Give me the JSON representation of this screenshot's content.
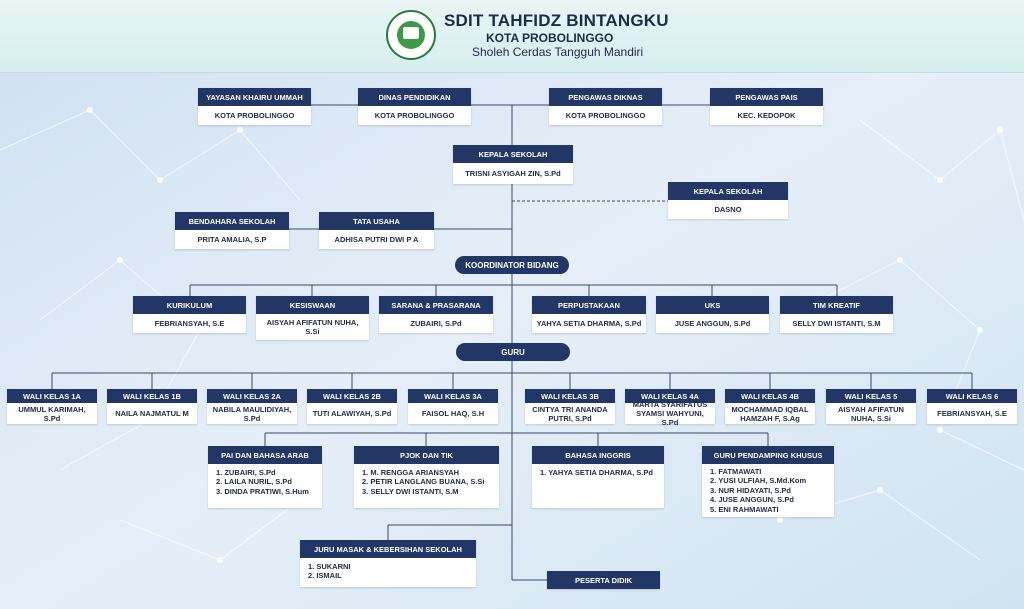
{
  "header": {
    "school": "SDIT TAHFIDZ BINTANGKU",
    "city": "KOTA PROBOLINGGO",
    "motto": "Sholeh Cerdas Tangguh Mandiri"
  },
  "top": [
    {
      "title": "YAYASAN KHAIRU UMMAH",
      "name": "KOTA PROBOLINGGO"
    },
    {
      "title": "DINAS PENDIDIKAN",
      "name": "KOTA PROBOLINGGO"
    },
    {
      "title": "PENGAWAS DIKNAS",
      "name": "KOTA PROBOLINGGO"
    },
    {
      "title": "PENGAWAS PAIS",
      "name": "KEC. KEDOPOK"
    }
  ],
  "kepsek": {
    "title": "KEPALA SEKOLAH",
    "name": "TRISNI ASYIGAH ZIN, S.Pd"
  },
  "kepsek2": {
    "title": "KEPALA SEKOLAH",
    "name": "DASNO"
  },
  "bendahara": {
    "title": "BENDAHARA SEKOLAH",
    "name": "PRITA AMALIA, S.P"
  },
  "tu": {
    "title": "TATA USAHA",
    "name": "ADHISA PUTRI DWI P A"
  },
  "koordinator": "KOORDINATOR BIDANG",
  "bidang": [
    {
      "title": "KURIKULUM",
      "name": "FEBRIANSYAH, S.E"
    },
    {
      "title": "KESISWAAN",
      "name": "AISYAH AFIFATUN NUHA, S.Si"
    },
    {
      "title": "SARANA & PRASARANA",
      "name": "ZUBAIRI, S.Pd"
    },
    {
      "title": "PERPUSTAKAAN",
      "name": "YAHYA SETIA DHARMA, S.Pd"
    },
    {
      "title": "UKS",
      "name": "JUSE ANGGUN, S.Pd"
    },
    {
      "title": "TIM KREATIF",
      "name": "SELLY DWI ISTANTI, S.M"
    }
  ],
  "guru": "GURU",
  "wali": [
    {
      "title": "WALI KELAS 1A",
      "name": "UMMUL KARIMAH, S.Pd"
    },
    {
      "title": "WALI KELAS 1B",
      "name": "NAILA NAJMATUL M"
    },
    {
      "title": "WALI KELAS 2A",
      "name": "NABILA MAULIDIYAH, S.Pd"
    },
    {
      "title": "WALI KELAS 2B",
      "name": "TUTI ALAWIYAH, S.Pd"
    },
    {
      "title": "WALI KELAS 3A",
      "name": "FAISOL HAQ, S.H"
    },
    {
      "title": "WALI KELAS 3B",
      "name": "CINTYA TRI ANANDA PUTRI, S.Pd"
    },
    {
      "title": "WALI KELAS 4A",
      "name": "MARTA SYARIFATUS SYAMSI WAHYUNI, S.Pd"
    },
    {
      "title": "WALI KELAS 4B",
      "name": "MOCHAMMAD IQBAL HAMZAH F, S.Ag"
    },
    {
      "title": "WALI KELAS 5",
      "name": "AISYAH AFIFATUN NUHA, S.Si"
    },
    {
      "title": "WALI KELAS 6",
      "name": "FEBRIANSYAH, S.E"
    }
  ],
  "groups": [
    {
      "title": "PAI DAN BAHASA ARAB",
      "items": [
        "1. ZUBAIRI, S.Pd",
        "2. LAILA NURIL, S.Pd",
        "3. DINDA PRATIWI, S.Hum"
      ]
    },
    {
      "title": "PJOK DAN TIK",
      "items": [
        "1. M. RENGGA ARIANSYAH",
        "2. PETIR LANGLANG BUANA, S.Si",
        "3. SELLY DWI ISTANTI, S.M"
      ]
    },
    {
      "title": "BAHASA INGGRIS",
      "items": [
        "1. YAHYA SETIA DHARMA, S.Pd"
      ]
    },
    {
      "title": "GURU PENDAMPING KHUSUS",
      "items": [
        "1. FATMAWATI",
        "2. YUSI ULFIAH, S.Md.Kom",
        "3. NUR HIDAYATI, S.Pd",
        "4. JUSE ANGGUN, S.Pd",
        "5. ENI RAHMAWATI"
      ]
    },
    {
      "title": "JURU MASAK & KEBERSIHAN SEKOLAH",
      "items": [
        "1. SUKARNI",
        "2. ISMAIL"
      ]
    }
  ],
  "peserta": "PESERTA DIDIK"
}
